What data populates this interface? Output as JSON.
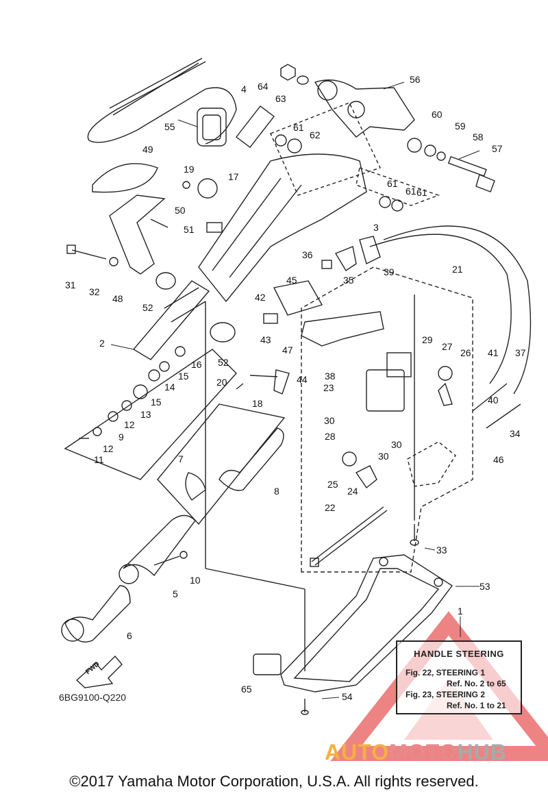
{
  "diagram_code": "6BG9100-Q220",
  "fwd_label": "FWD",
  "copyright": "©2017 Yamaha Motor Corporation, U.S.A. All rights reserved.",
  "legend": {
    "title": "HANDLE STEERING",
    "line1": "Fig. 22, STEERING 1",
    "line2": "Ref. No. 2 to 65",
    "line3": "Fig. 23, STEERING 2",
    "line4": "Ref. No. 1 to 21"
  },
  "watermark": {
    "part1": "AUTO",
    "part2": "MOTO",
    "part3": "HUB"
  },
  "part_numbers": [
    "1",
    "2",
    "3",
    "4",
    "5",
    "6",
    "7",
    "8",
    "9",
    "10",
    "11",
    "12",
    "13",
    "14",
    "15",
    "16",
    "17",
    "18",
    "19",
    "20",
    "21",
    "22",
    "23",
    "24",
    "25",
    "26",
    "27",
    "28",
    "29",
    "30",
    "31",
    "32",
    "33",
    "34",
    "35",
    "36",
    "37",
    "38",
    "39",
    "40",
    "41",
    "42",
    "43",
    "44",
    "45",
    "46",
    "47",
    "48",
    "49",
    "50",
    "51",
    "52",
    "53",
    "54",
    "55",
    "56",
    "57",
    "58",
    "59",
    "60",
    "61",
    "62",
    "63",
    "64",
    "65"
  ],
  "colors": {
    "line": "#222222",
    "watermark_triangle": "#e85a5a"
  }
}
